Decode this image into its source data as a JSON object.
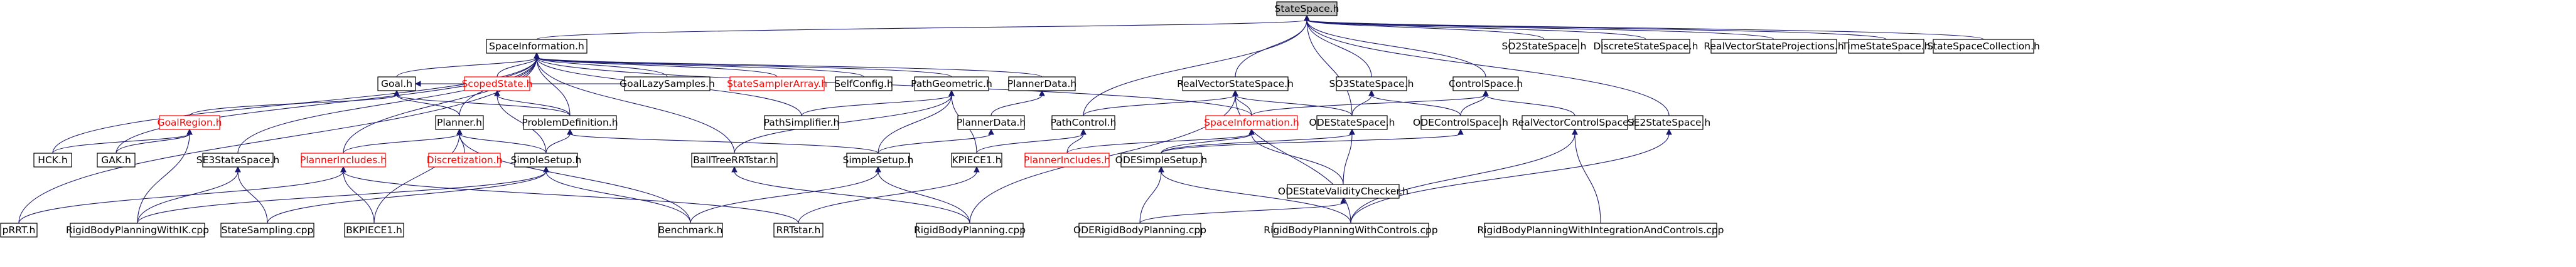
{
  "diagram": {
    "kind": "include-dependency-graph",
    "colors": {
      "root_fill": "#c0c0c0",
      "edge": "#191970",
      "missing_node": "#ff0000",
      "node_border": "#000000"
    },
    "nodes": [
      {
        "id": "statespace",
        "label": "StateSpace.h",
        "style": "root"
      },
      {
        "id": "spaceinformation",
        "label": "SpaceInformation.h"
      },
      {
        "id": "so2statespace",
        "label": "SO2StateSpace.h"
      },
      {
        "id": "discretestatespace",
        "label": "DiscreteStateSpace.h"
      },
      {
        "id": "realvectorstateprojections",
        "label": "RealVectorStateProjections.h"
      },
      {
        "id": "timestatespace",
        "label": "TimeStateSpace.h"
      },
      {
        "id": "statespacecollection",
        "label": "StateSpaceCollection.h"
      },
      {
        "id": "goal",
        "label": "Goal.h"
      },
      {
        "id": "scopedstate",
        "label": "ScopedState.h",
        "style": "missing"
      },
      {
        "id": "goallazysamples",
        "label": "GoalLazySamples.h"
      },
      {
        "id": "statesamplerarray",
        "label": "StateSamplerArray.h",
        "style": "missing"
      },
      {
        "id": "selfconfig",
        "label": "SelfConfig.h"
      },
      {
        "id": "pathgeometric",
        "label": "PathGeometric.h"
      },
      {
        "id": "plannerdata_top",
        "label": "PlannerData.h"
      },
      {
        "id": "realvectorstatespace",
        "label": "RealVectorStateSpace.h"
      },
      {
        "id": "so3statespace",
        "label": "SO3StateSpace.h"
      },
      {
        "id": "controlspace",
        "label": "ControlSpace.h"
      },
      {
        "id": "goalregion",
        "label": "GoalRegion.h",
        "style": "missing"
      },
      {
        "id": "planner",
        "label": "Planner.h"
      },
      {
        "id": "problemdefinition",
        "label": "ProblemDefinition.h"
      },
      {
        "id": "pathsimplifier",
        "label": "PathSimplifier.h"
      },
      {
        "id": "plannerdata_mid",
        "label": "PlannerData.h"
      },
      {
        "id": "pathcontrol",
        "label": "PathControl.h"
      },
      {
        "id": "spaceinformation_ctrl",
        "label": "SpaceInformation.h",
        "style": "missing"
      },
      {
        "id": "odestatespace",
        "label": "ODEStateSpace.h"
      },
      {
        "id": "odecontrolspace",
        "label": "ODEControlSpace.h"
      },
      {
        "id": "realvectorcontrolspace",
        "label": "RealVectorControlSpace.h"
      },
      {
        "id": "se2statespace",
        "label": "SE2StateSpace.h"
      },
      {
        "id": "hck",
        "label": "HCK.h"
      },
      {
        "id": "gak",
        "label": "GAK.h"
      },
      {
        "id": "se3statespace",
        "label": "SE3StateSpace.h"
      },
      {
        "id": "plannerincludes_left",
        "label": "PlannerIncludes.h",
        "style": "missing"
      },
      {
        "id": "discretization",
        "label": "Discretization.h",
        "style": "missing"
      },
      {
        "id": "simplesetup_left",
        "label": "SimpleSetup.h"
      },
      {
        "id": "ballpetree",
        "label": "BallTreeRRTstar.h"
      },
      {
        "id": "simplesetup_mid",
        "label": "SimpleSetup.h"
      },
      {
        "id": "kpiece1",
        "label": "KPIECE1.h"
      },
      {
        "id": "plannerincludes_mid",
        "label": "PlannerIncludes.h",
        "style": "missing"
      },
      {
        "id": "odesimplesetup",
        "label": "ODESimpleSetup.h"
      },
      {
        "id": "odestatevaliditychecker",
        "label": "ODEStateValidityChecker.h"
      },
      {
        "id": "prrt",
        "label": "pRRT.h"
      },
      {
        "id": "rigidbodyplanningwithik",
        "label": "RigidBodyPlanningWithIK.cpp"
      },
      {
        "id": "statesampling",
        "label": "StateSampling.cpp"
      },
      {
        "id": "bkpiece1",
        "label": "BKPIECE1.h"
      },
      {
        "id": "benchmark",
        "label": "Benchmark.h"
      },
      {
        "id": "rrtstar",
        "label": "RRTstar.h"
      },
      {
        "id": "rigidbodyplanning",
        "label": "RigidBodyPlanning.cpp"
      },
      {
        "id": "odepigidbodyplanning",
        "label": "ODERigidBodyPlanning.cpp"
      },
      {
        "id": "rigidbodyplanningwithcontrols",
        "label": "RigidBodyPlanningWithControls.cpp"
      },
      {
        "id": "rigidbodyplanningwithintegration",
        "label": "RigidBodyPlanningWithIntegrationAndControls.cpp"
      }
    ],
    "edges": [
      [
        "spaceinformation",
        "statespace"
      ],
      [
        "so2statespace",
        "statespace"
      ],
      [
        "discretestatespace",
        "statespace"
      ],
      [
        "realvectorstateprojections",
        "statespace"
      ],
      [
        "timestatespace",
        "statespace"
      ],
      [
        "statespacecollection",
        "statespace"
      ],
      [
        "realvectorstatespace",
        "statespace"
      ],
      [
        "so3statespace",
        "statespace"
      ],
      [
        "controlspace",
        "statespace"
      ],
      [
        "se2statespace",
        "statespace"
      ],
      [
        "odestatespace",
        "statespace"
      ],
      [
        "pathcontrol",
        "statespace"
      ],
      [
        "goal",
        "spaceinformation"
      ],
      [
        "scopedstate",
        "spaceinformation"
      ],
      [
        "goallazysamples",
        "spaceinformation"
      ],
      [
        "statesamplerarray",
        "spaceinformation"
      ],
      [
        "selfconfig",
        "spaceinformation"
      ],
      [
        "pathgeometric",
        "spaceinformation"
      ],
      [
        "plannerdata_top",
        "spaceinformation"
      ],
      [
        "planner",
        "spaceinformation"
      ],
      [
        "problemdefinition",
        "spaceinformation"
      ],
      [
        "pathsimplifier",
        "spaceinformation"
      ],
      [
        "spaceinformation_ctrl",
        "spaceinformation"
      ],
      [
        "hck",
        "spaceinformation"
      ],
      [
        "gak",
        "spaceinformation"
      ],
      [
        "se3statespace",
        "spaceinformation"
      ],
      [
        "prrt",
        "spaceinformation"
      ],
      [
        "plannerincludes_left",
        "spaceinformation"
      ],
      [
        "ballpetree",
        "spaceinformation"
      ],
      [
        "goalregion",
        "goal"
      ],
      [
        "problemdefinition",
        "goal"
      ],
      [
        "goallazysamples",
        "goal"
      ],
      [
        "planner",
        "goal"
      ],
      [
        "problemdefinition",
        "scopedstate"
      ],
      [
        "simplesetup_left",
        "scopedstate"
      ],
      [
        "pathsimplifier",
        "pathgeometric"
      ],
      [
        "simplesetup_mid",
        "pathgeometric"
      ],
      [
        "kpiece1",
        "pathgeometric"
      ],
      [
        "ballpetree",
        "pathgeometric"
      ],
      [
        "plannerdata_mid",
        "plannerdata_top"
      ],
      [
        "pathcontrol",
        "realvectorstatespace"
      ],
      [
        "spaceinformation_ctrl",
        "realvectorstatespace"
      ],
      [
        "odestatespace",
        "realvectorstatespace"
      ],
      [
        "rigidbodyplanning",
        "realvectorstatespace"
      ],
      [
        "rigidbodyplanningwithcontrols",
        "realvectorstatespace"
      ],
      [
        "odestatespace",
        "so3statespace"
      ],
      [
        "odecontrolspace",
        "so3statespace"
      ],
      [
        "spaceinformation_ctrl",
        "controlspace"
      ],
      [
        "odecontrolspace",
        "controlspace"
      ],
      [
        "realvectorcontrolspace",
        "controlspace"
      ],
      [
        "hck",
        "goalregion"
      ],
      [
        "gak",
        "goalregion"
      ],
      [
        "rigidbodyplanningwithik",
        "goalregion"
      ],
      [
        "plannerincludes_left",
        "planner"
      ],
      [
        "discretization",
        "planner"
      ],
      [
        "simplesetup_left",
        "planner"
      ],
      [
        "bkpiece1",
        "planner"
      ],
      [
        "benchmark",
        "planner"
      ],
      [
        "simplesetup_left",
        "problemdefinition"
      ],
      [
        "simplesetup_mid",
        "problemdefinition"
      ],
      [
        "simplesetup_mid",
        "plannerdata_mid"
      ],
      [
        "kpiece1",
        "pathcontrol"
      ],
      [
        "plannerincludes_mid",
        "pathcontrol"
      ],
      [
        "odesimplesetup",
        "spaceinformation_ctrl"
      ],
      [
        "odestatevaliditychecker",
        "spaceinformation_ctrl"
      ],
      [
        "plannerincludes_mid",
        "spaceinformation_ctrl"
      ],
      [
        "odesimplesetup",
        "odestatespace"
      ],
      [
        "odestatevaliditychecker",
        "odestatespace"
      ],
      [
        "odesimplesetup",
        "odecontrolspace"
      ],
      [
        "rigidbodyplanningwithcontrols",
        "realvectorcontrolspace"
      ],
      [
        "rigidbodyplanningwithintegration",
        "realvectorcontrolspace"
      ],
      [
        "rigidbodyplanningwithcontrols",
        "se2statespace"
      ],
      [
        "rigidbodyplanningwithik",
        "se3statespace"
      ],
      [
        "statesampling",
        "se3statespace"
      ],
      [
        "benchmark",
        "simplesetup_left"
      ],
      [
        "statesampling",
        "simplesetup_left"
      ],
      [
        "rigidbodyplanningwithik",
        "simplesetup_left"
      ],
      [
        "benchmark",
        "simplesetup_mid"
      ],
      [
        "rigidbodyplanning",
        "simplesetup_mid"
      ],
      [
        "rrtstar",
        "kpiece1"
      ],
      [
        "odepigidbodyplanning",
        "odesimplesetup"
      ],
      [
        "rigidbodyplanningwithcontrols",
        "odesimplesetup"
      ],
      [
        "odepigidbodyplanning",
        "odestatevaliditychecker"
      ],
      [
        "bkpiece1",
        "plannerincludes_left"
      ],
      [
        "prrt",
        "plannerincludes_left"
      ],
      [
        "rrtstar",
        "plannerincludes_left"
      ],
      [
        "rigidbodyplanning",
        "ballpetree"
      ]
    ]
  }
}
